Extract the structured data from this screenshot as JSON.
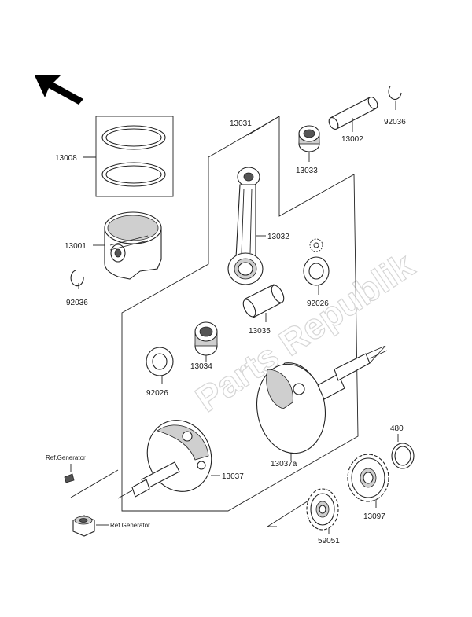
{
  "watermark": "Parts Republik",
  "labels": {
    "p13008": "13008",
    "p13001": "13001",
    "p92036_left": "92036",
    "p13031": "13031",
    "p13033": "13033",
    "p13002": "13002",
    "p92036_right": "92036",
    "p13032": "13032",
    "p92026_right": "92026",
    "p13035": "13035",
    "p13034": "13034",
    "p92026_left": "92026",
    "p13037a": "13037a",
    "p13037": "13037",
    "p480": "480",
    "p13097": "13097",
    "p59051": "59051",
    "ref_generator_top": "Ref.Generator",
    "ref_generator_bottom": "Ref.Generator"
  },
  "icons": {
    "direction_arrow": "front-direction-arrow-icon"
  }
}
